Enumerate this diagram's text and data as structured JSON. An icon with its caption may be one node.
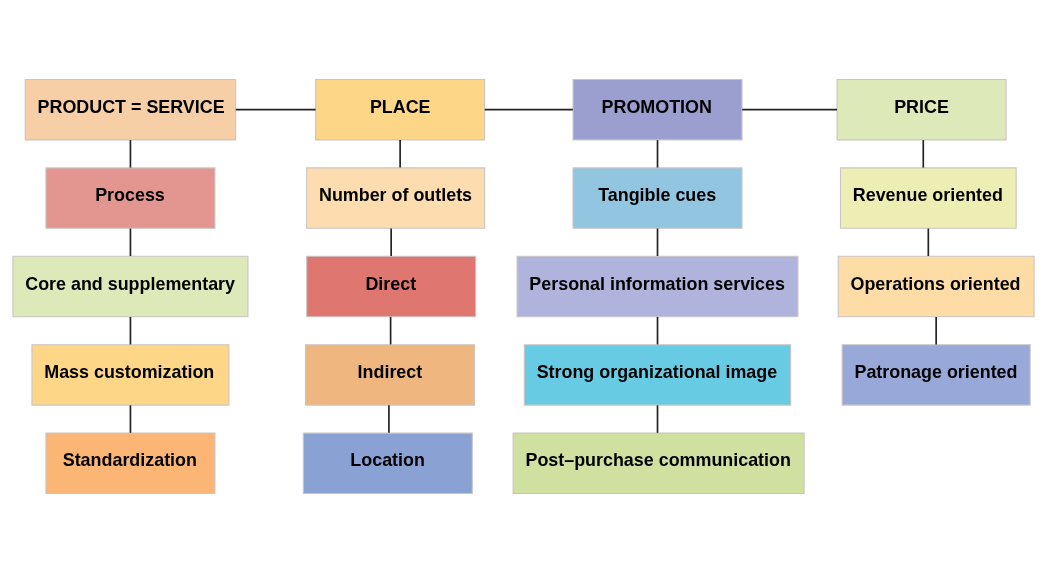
{
  "diagram": {
    "nodes": [
      {
        "text": [
          "PRODUCT = SERVICE"
        ]
      },
      {
        "text": [
          "PLACE"
        ]
      },
      {
        "text": [
          "PROMOTION"
        ]
      },
      {
        "text": [
          "PRICE"
        ]
      },
      {
        "text": [
          "Process"
        ]
      },
      {
        "text": [
          "Core and supplementary"
        ]
      },
      {
        "text": [
          "Mass customization"
        ]
      },
      {
        "text": [
          "Standardization"
        ]
      },
      {
        "text": [
          "Number of outlets"
        ]
      },
      {
        "text": [
          "Direct"
        ]
      },
      {
        "text": [
          "Indirect"
        ]
      },
      {
        "text": [
          "Location"
        ]
      },
      {
        "text": [
          "Tangible cues"
        ]
      },
      {
        "text": [
          "Personal information services"
        ]
      },
      {
        "text": [
          "Strong organizational image"
        ]
      },
      {
        "text": [
          "Post–purchase communication"
        ]
      },
      {
        "text": [
          "Revenue oriented"
        ]
      },
      {
        "text": [
          "Operations oriented"
        ]
      },
      {
        "text": [
          "Patronage oriented"
        ]
      }
    ],
    "edges": [
      {
        "from": 0,
        "to": 1,
        "arrow": "none"
      },
      {
        "from": 1,
        "to": 2,
        "arrow": "none"
      },
      {
        "from": 2,
        "to": 3,
        "arrow": "none"
      },
      {
        "from": 0,
        "to": 4,
        "arrow": "none"
      },
      {
        "from": 4,
        "to": 5,
        "arrow": "none"
      },
      {
        "from": 5,
        "to": 6,
        "arrow": "none"
      },
      {
        "from": 6,
        "to": 7,
        "arrow": "none"
      },
      {
        "from": 1,
        "to": 8,
        "arrow": "none"
      },
      {
        "from": 8,
        "to": 9,
        "arrow": "none"
      },
      {
        "from": 9,
        "to": 10,
        "arrow": "none"
      },
      {
        "from": 10,
        "to": 11,
        "arrow": "none"
      },
      {
        "from": 2,
        "to": 12,
        "arrow": "none"
      },
      {
        "from": 12,
        "to": 13,
        "arrow": "none"
      },
      {
        "from": 13,
        "to": 14,
        "arrow": "none"
      },
      {
        "from": 14,
        "to": 15,
        "arrow": "none"
      },
      {
        "from": 3,
        "to": 16,
        "arrow": "none"
      },
      {
        "from": 16,
        "to": 17,
        "arrow": "none"
      },
      {
        "from": 17,
        "to": 18,
        "arrow": "none"
      }
    ]
  }
}
